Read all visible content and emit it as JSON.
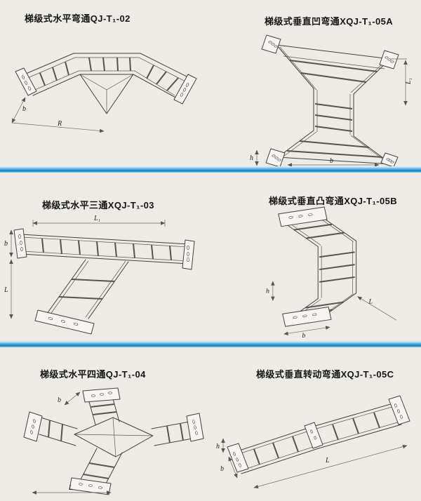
{
  "page": {
    "background": "#edebe6",
    "divider_color": "#1280bf"
  },
  "panels": [
    {
      "id": "qj-t1-02",
      "title": "梯级式水平弯通QJ-T₁-02",
      "labels": {
        "b": "b",
        "R": "R"
      }
    },
    {
      "id": "xqj-t1-05a",
      "title": "梯级式垂直凹弯通XQJ-T₁-05A",
      "labels": {
        "L1": "L₁",
        "h": "h",
        "b": "b"
      }
    },
    {
      "id": "xqj-t1-03",
      "title": "梯级式水平三通XQJ-T₁-03",
      "labels": {
        "L1": "L₁",
        "b": "b",
        "L": "L"
      }
    },
    {
      "id": "xqj-t1-05b",
      "title": "梯级式垂直凸弯通XQJ-T₁-05B",
      "labels": {
        "L": "L",
        "h": "h",
        "b": "b"
      }
    },
    {
      "id": "qj-t1-04",
      "title": "梯级式水平四通QJ-T₁-04",
      "labels": {
        "b": "b",
        "L": "L"
      }
    },
    {
      "id": "xqj-t1-05c",
      "title": "梯级式垂直转动弯通XQJ-T₁-05C",
      "labels": {
        "h": "h",
        "b": "b",
        "L": "L"
      }
    }
  ]
}
